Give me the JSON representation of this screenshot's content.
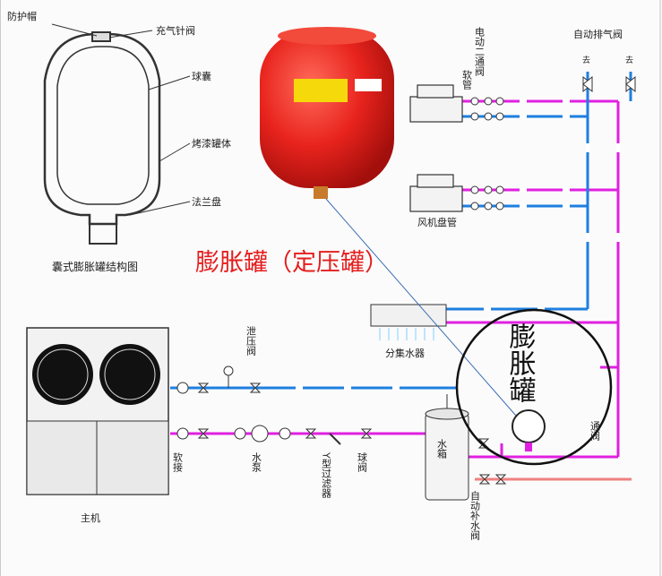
{
  "labels": {
    "cap": "防护帽",
    "valve": "充气针阀",
    "bladder": "球囊",
    "body": "烤漆罐体",
    "flange": "法兰盘",
    "struct_title": "囊式膨胀罐结构图",
    "tank_title": "膨胀罐（定压罐）",
    "two_way_valve": "电动二通阀",
    "soft_pipe_top": "软管",
    "auto_vent": "自动排气阀",
    "fan_coil": "风机盘管",
    "manifold": "分集水器",
    "relief_valve": "泄压阀",
    "soft_joint": "软接",
    "pump": "水泵",
    "y_filter": "Y型过滤器",
    "ball_valve": "球阀",
    "water_tank": "水箱",
    "auto_fill": "自动补水阀",
    "host": "主机",
    "zoom_text": "膨胀罐",
    "partial_valve": "通阀",
    "vent_symbol": "去"
  },
  "colors": {
    "supply": "#1e7fe0",
    "return": "#e020e0",
    "tank_red": "#e8231d",
    "makeup": "#f08080"
  }
}
